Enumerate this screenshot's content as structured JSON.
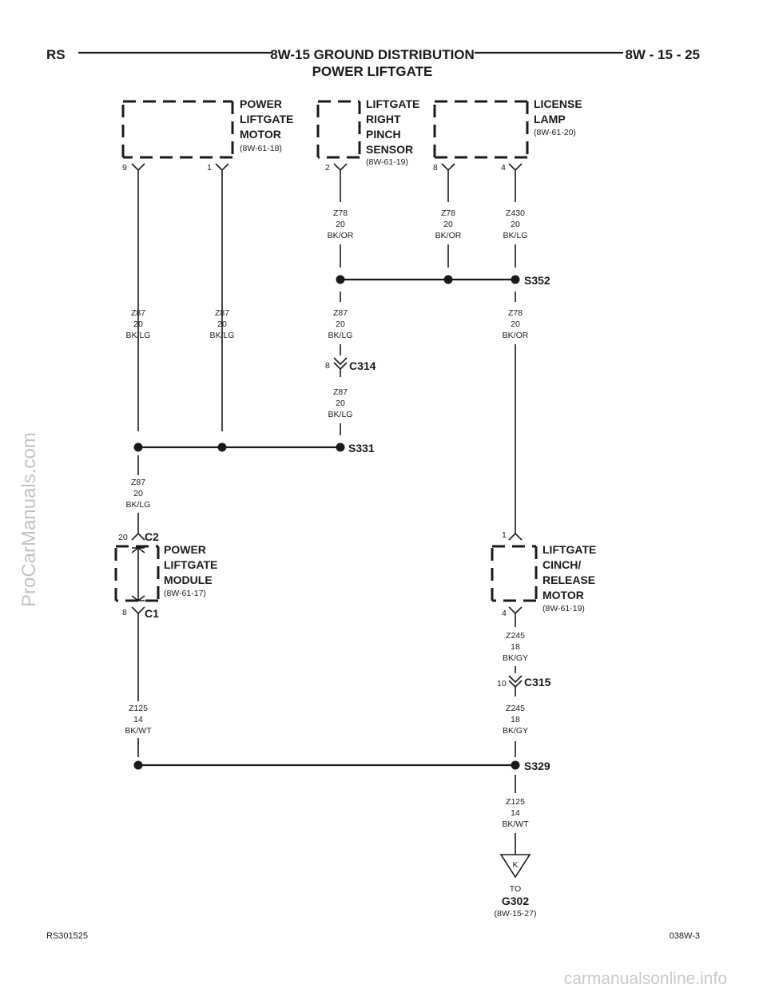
{
  "header": {
    "left": "RS",
    "title": "8W-15 GROUND DISTRIBUTION",
    "subtitle": "POWER LIFTGATE",
    "right": "8W - 15 - 25"
  },
  "components": {
    "power_liftgate_motor": {
      "line1": "POWER",
      "line2": "LIFTGATE",
      "line3": "MOTOR",
      "ref": "(8W-61-18)",
      "pin_a": "9",
      "pin_b": "1"
    },
    "liftgate_right_pinch_sensor": {
      "line1": "LIFTGATE",
      "line2": "RIGHT",
      "line3": "PINCH",
      "line4": "SENSOR",
      "ref": "(8W-61-19)",
      "pin": "2"
    },
    "license_lamp": {
      "line1": "LICENSE",
      "line2": "LAMP",
      "ref": "(8W-61-20)",
      "pin_a": "8",
      "pin_b": "4"
    },
    "power_liftgate_module": {
      "line1": "POWER",
      "line2": "LIFTGATE",
      "line3": "MODULE",
      "ref": "(8W-61-17)",
      "c2_label": "C2",
      "c2_pin": "20",
      "c1_label": "C1",
      "c1_pin": "8"
    },
    "liftgate_cinch_release_motor": {
      "line1": "LIFTGATE",
      "line2": "CINCH/",
      "line3": "RELEASE",
      "line4": "MOTOR",
      "ref": "(8W-61-19)",
      "pin_top": "1",
      "pin_bottom": "4"
    }
  },
  "wires": {
    "sensor_out": {
      "circuit": "Z78",
      "gauge": "20",
      "color": "BK/OR"
    },
    "lamp8_out": {
      "circuit": "Z78",
      "gauge": "20",
      "color": "BK/OR"
    },
    "lamp4_out": {
      "circuit": "Z430",
      "gauge": "20",
      "color": "BK/LG"
    },
    "motor9": {
      "circuit": "Z87",
      "gauge": "20",
      "color": "BK/LG"
    },
    "motor1": {
      "circuit": "Z87",
      "gauge": "20",
      "color": "BK/LG"
    },
    "sensor_to_c314": {
      "circuit": "Z87",
      "gauge": "20",
      "color": "BK/LG"
    },
    "s352_down": {
      "circuit": "Z78",
      "gauge": "20",
      "color": "BK/OR"
    },
    "c314_to_s331": {
      "circuit": "Z87",
      "gauge": "20",
      "color": "BK/LG"
    },
    "s331_to_module": {
      "circuit": "Z87",
      "gauge": "20",
      "color": "BK/LG"
    },
    "cinch_to_c315": {
      "circuit": "Z245",
      "gauge": "18",
      "color": "BK/GY"
    },
    "c315_to_s329": {
      "circuit": "Z245",
      "gauge": "18",
      "color": "BK/GY"
    },
    "module_to_s329": {
      "circuit": "Z125",
      "gauge": "14",
      "color": "BK/WT"
    },
    "s329_to_ground": {
      "circuit": "Z125",
      "gauge": "14",
      "color": "BK/WT"
    }
  },
  "splices": {
    "s352": "S352",
    "s331": "S331",
    "s329": "S329"
  },
  "connectors": {
    "c314": {
      "label": "C314",
      "pin": "8"
    },
    "c315": {
      "label": "C315",
      "pin": "10"
    }
  },
  "ground": {
    "symbol": "K",
    "to": "TO",
    "name": "G302",
    "ref": "(8W-15-27)"
  },
  "footer": {
    "left": "RS301525",
    "right": "038W-3"
  },
  "watermarks": {
    "side": "ProCarManuals.com",
    "bottom": "carmanualsonline.info"
  }
}
